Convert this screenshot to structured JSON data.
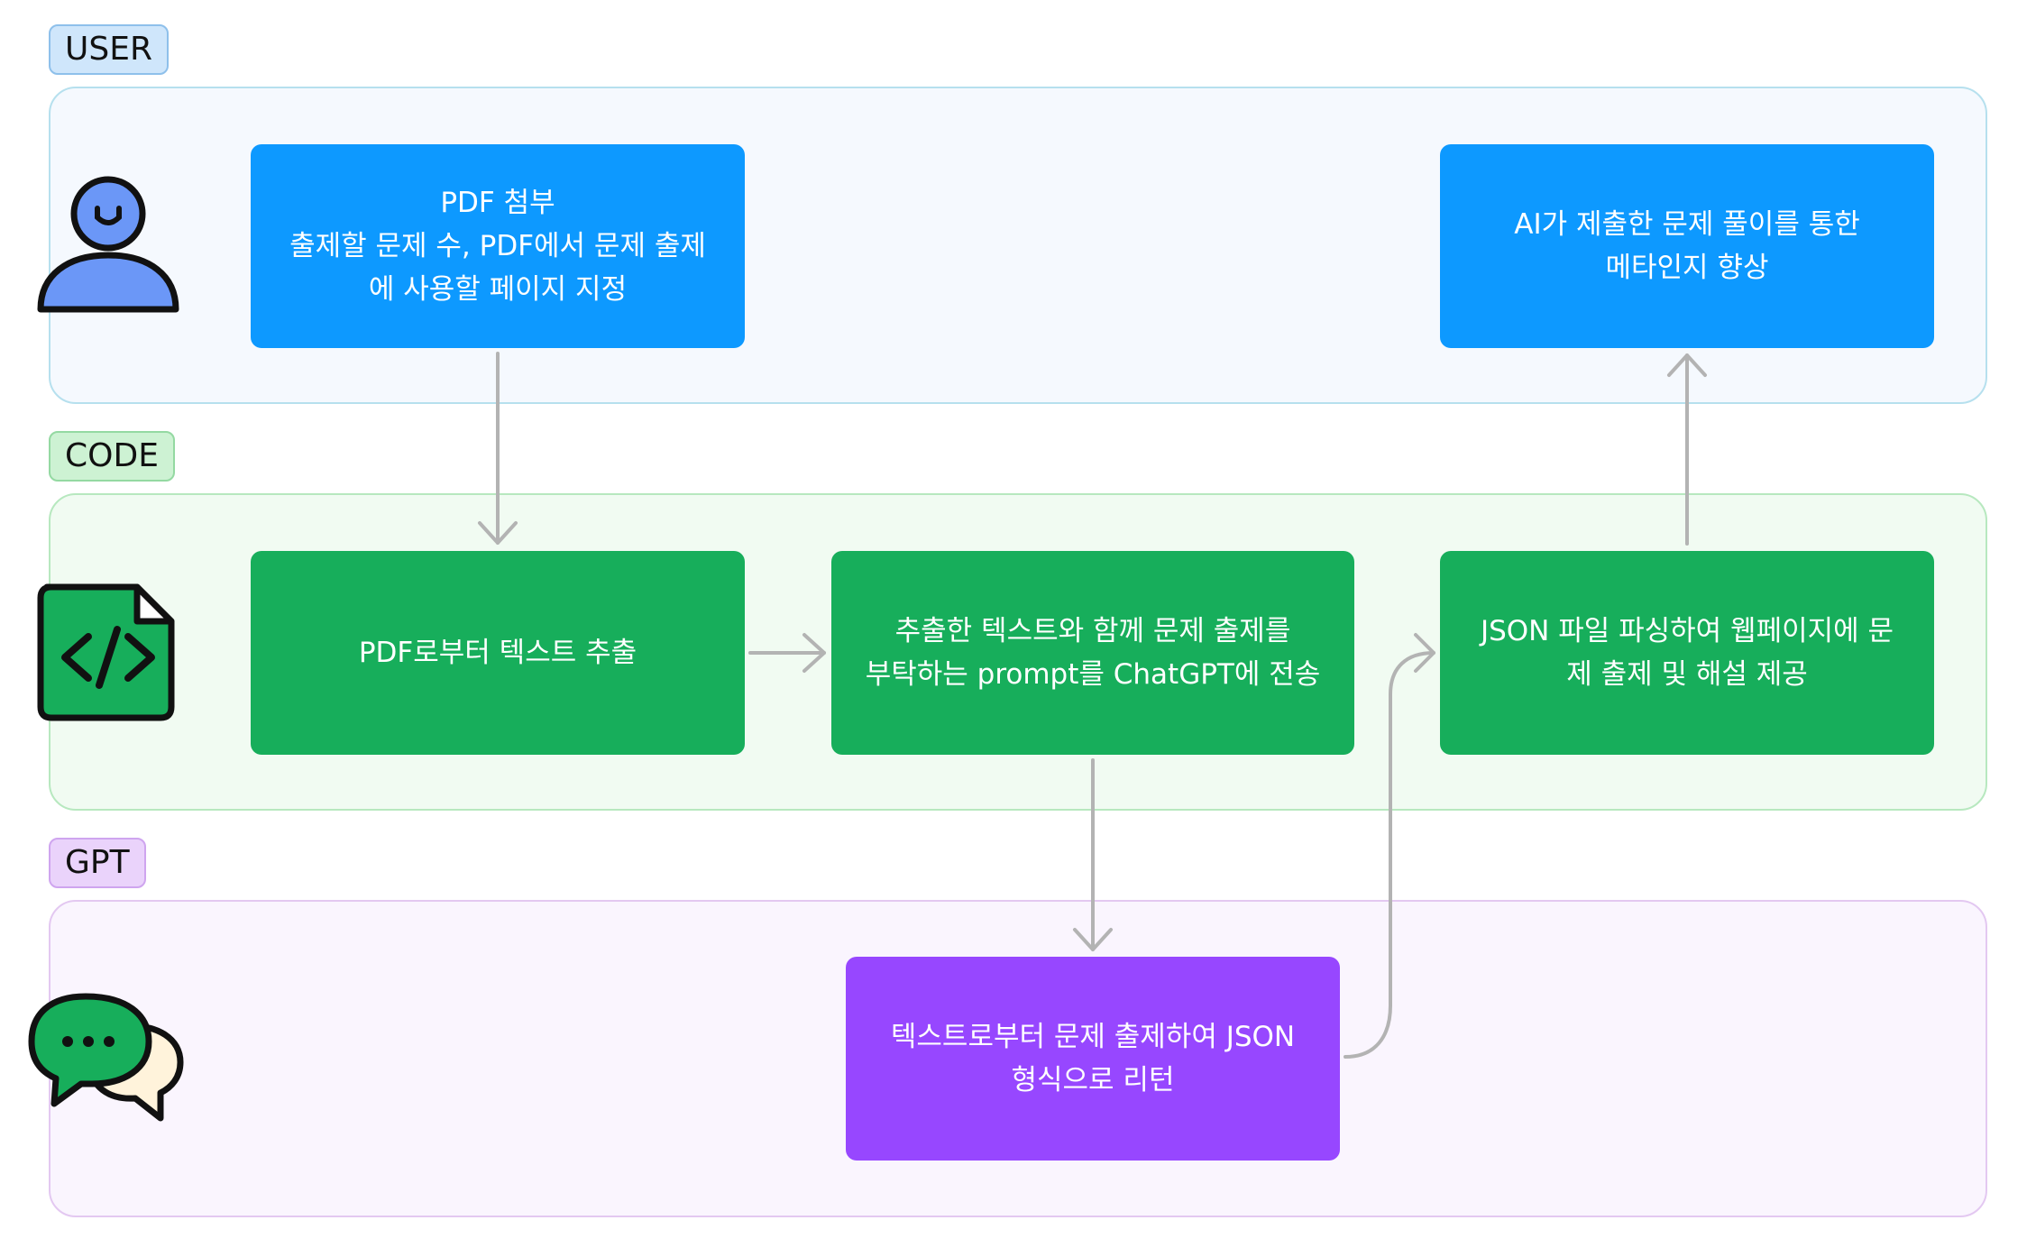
{
  "lanes": {
    "user": {
      "tag": "USER",
      "fill": "#f5f9fe",
      "border": "#b6e0ee",
      "tag_fill": "#cfe6fb",
      "tag_border": "#8ec0eb"
    },
    "code": {
      "tag": "CODE",
      "fill": "#f1fbf2",
      "border": "#b7e8bf",
      "tag_fill": "#cdf2d3",
      "tag_border": "#94d9a2"
    },
    "gpt": {
      "tag": "GPT",
      "fill": "#faf5fe",
      "border": "#e3c8f1",
      "tag_fill": "#ead3fb",
      "tag_border": "#cfa5ef"
    }
  },
  "nodes": {
    "pdf_attach": {
      "lines": [
        "PDF 첨부",
        "출제할 문제 수, PDF에서 문제 출제",
        "에 사용할 페이지 지정"
      ],
      "color": "#0d99ff"
    },
    "metacognition": {
      "lines": [
        "AI가 제출한 문제 풀이를 통한",
        "메타인지 향상"
      ],
      "color": "#0d99ff"
    },
    "extract_text": {
      "lines": [
        "PDF로부터 텍스트 추출"
      ],
      "color": "#17ae5b"
    },
    "send_prompt": {
      "lines": [
        "추출한 텍스트와 함께 문제 출제를",
        "부탁하는 prompt를 ChatGPT에 전송"
      ],
      "color": "#17ae5b"
    },
    "parse_json": {
      "lines": [
        "JSON 파일 파싱하여 웹페이지에 문",
        "제 출제 및 해설 제공"
      ],
      "color": "#17ae5b"
    },
    "gpt_generate": {
      "lines": [
        "텍스트로부터 문제 출제하여 JSON",
        "형식으로 리턴"
      ],
      "color": "#9747ff"
    }
  },
  "icons": {
    "user": "person-icon",
    "code": "code-file-icon",
    "gpt": "chat-bubbles-icon"
  },
  "arrow_color": "#b3b3b3"
}
